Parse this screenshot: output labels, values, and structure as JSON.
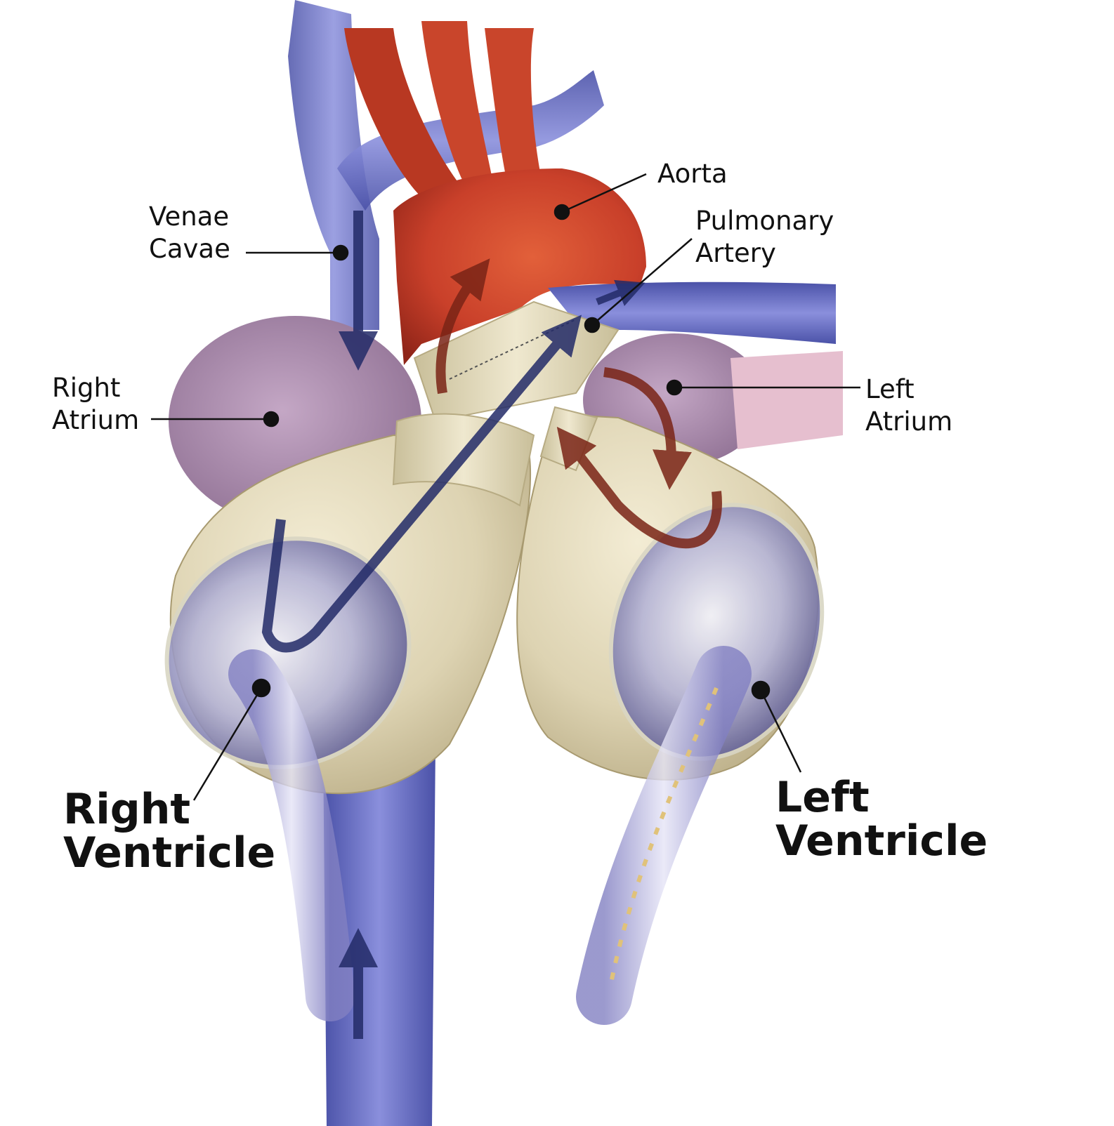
{
  "labels": {
    "venae_cavae": [
      "Venae",
      "Cavae"
    ],
    "aorta": [
      "Aorta"
    ],
    "pulmonary_artery": [
      "Pulmonary",
      "Artery"
    ],
    "right_atrium": [
      "Right",
      "Atrium"
    ],
    "left_atrium": [
      "Left",
      "Atrium"
    ],
    "right_ventricle": [
      "Right",
      "Ventricle"
    ],
    "left_ventricle": [
      "Left",
      "Ventricle"
    ]
  },
  "colors": {
    "vein": "#6f75c8",
    "artery": "#c8422a",
    "atrium": "#b69ab8",
    "device_shell": "#e4dcc0",
    "flow_blue": "#232b68",
    "flow_red": "#7a2416"
  }
}
